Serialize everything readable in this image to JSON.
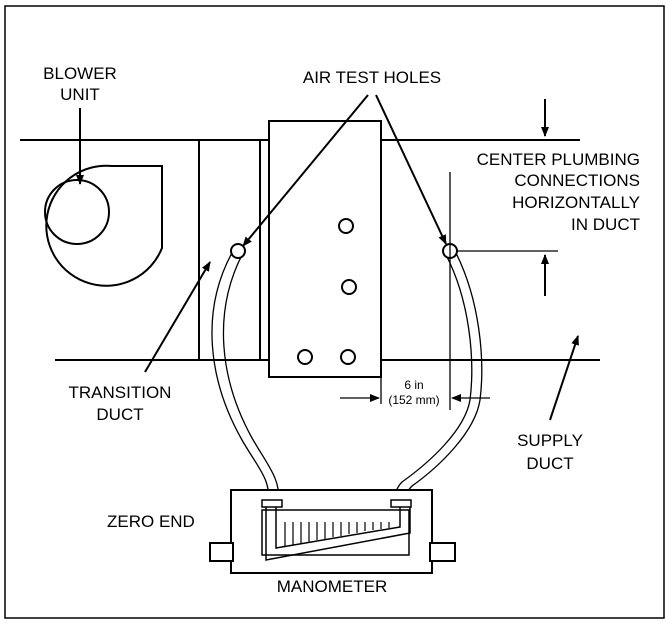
{
  "labels": {
    "blower_unit": [
      "BLOWER",
      "UNIT"
    ],
    "air_test_holes": "AIR TEST HOLES",
    "center_plumbing": [
      "CENTER PLUMBING",
      "CONNECTIONS",
      "HORIZONTALLY",
      "IN DUCT"
    ],
    "transition_duct": [
      "TRANSITION",
      "DUCT"
    ],
    "supply_duct": [
      "SUPPLY",
      "DUCT"
    ],
    "dimension": [
      "6 in",
      "(152 mm)"
    ],
    "zero_end": "ZERO END",
    "manometer": "MANOMETER"
  },
  "colors": {
    "line": "#000000",
    "background": "#ffffff"
  }
}
